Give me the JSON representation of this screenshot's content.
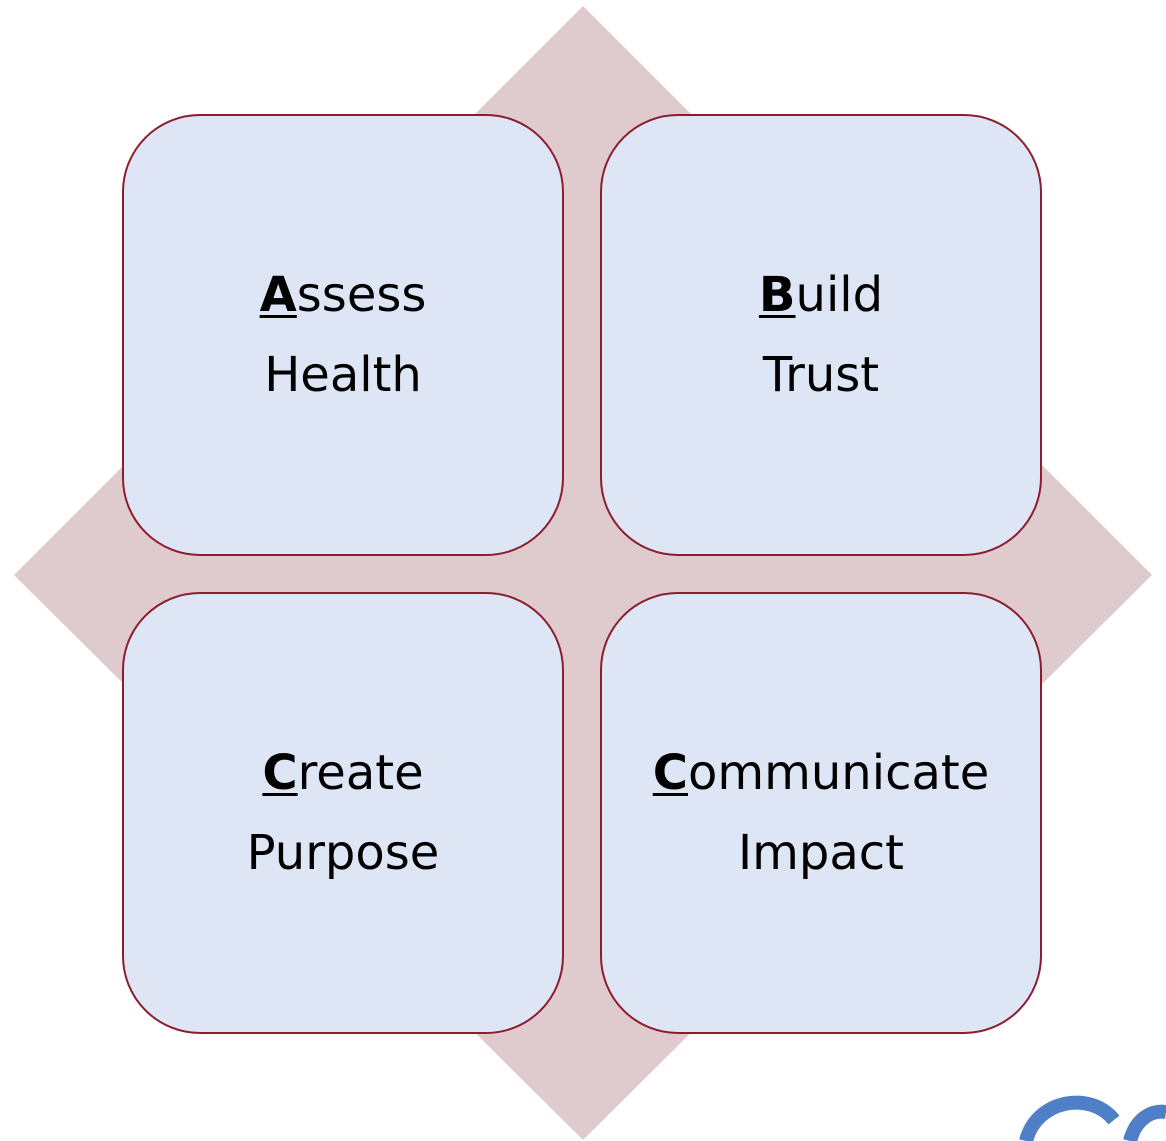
{
  "colors": {
    "diamond_fill": "#dfcbce",
    "box_fill": "#dee6f6",
    "box_border": "#8c1d2e",
    "logo_blue": "#4f7fc7"
  },
  "quadrants": [
    {
      "initial": "A",
      "rest": "ssess",
      "line2": "Health"
    },
    {
      "initial": "B",
      "rest": "uild",
      "line2": "Trust"
    },
    {
      "initial": "C",
      "rest": "reate",
      "line2": "Purpose"
    },
    {
      "initial": "C",
      "rest": "ommunicate",
      "line2": "Impact"
    }
  ]
}
